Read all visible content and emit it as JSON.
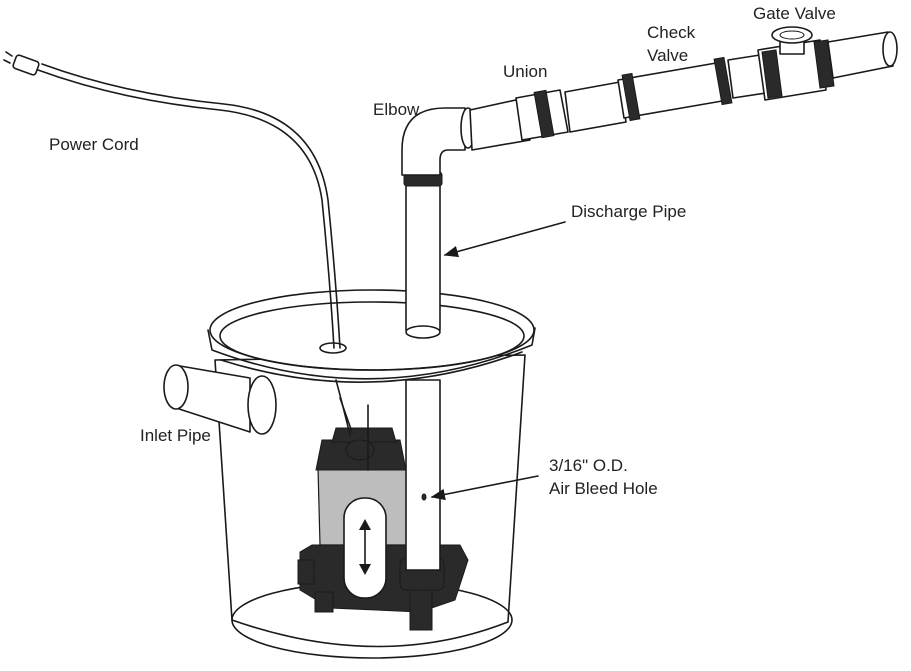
{
  "labels": {
    "gate_valve": "Gate Valve",
    "check_valve_line1": "Check",
    "check_valve_line2": "Valve",
    "union": "Union",
    "elbow": "Elbow",
    "power_cord": "Power Cord",
    "discharge_pipe": "Discharge Pipe",
    "inlet_pipe": "Inlet Pipe",
    "air_bleed_line1": "3/16\" O.D.",
    "air_bleed_line2": "Air Bleed Hole"
  },
  "colors": {
    "line": "#1a1a1a",
    "dark_part": "#2a2a2a",
    "shade": "#bdbdbd",
    "background": "#ffffff"
  }
}
